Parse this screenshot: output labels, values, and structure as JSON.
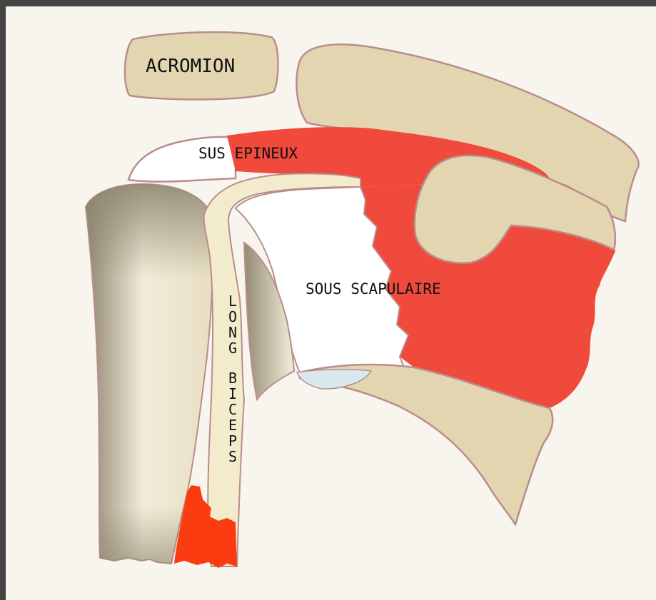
{
  "diagram": {
    "labels": {
      "acromion": "ACROMION",
      "sus_epineux": "SUS EPINEUX",
      "sous_scapulaire": "SOUS SCAPULAIRE",
      "long_biceps": "LONG BICEPS"
    },
    "colors": {
      "bone": "#e3d5b0",
      "outline": "#b98d8d",
      "tendon_torn": "#f04a3c",
      "biceps_torn": "#fb3c10",
      "glenoid_cartilage": "#d8e8ee",
      "background": "#f8f5ee"
    }
  }
}
